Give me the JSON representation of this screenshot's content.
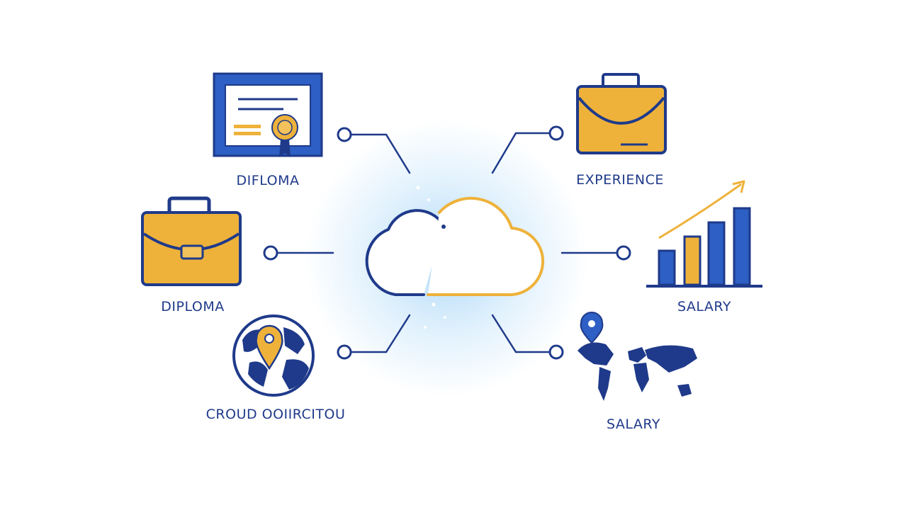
{
  "colors": {
    "navy": "#1f3a8a",
    "blue": "#2d5fc4",
    "gold": "#eeb23b",
    "glow": "#bfe0f8"
  },
  "nodes": [
    {
      "id": "top-left",
      "icon": "diploma-certificate-icon",
      "label": "DIFLOMA"
    },
    {
      "id": "mid-left",
      "icon": "briefcase-icon",
      "label": "DIPLOMA"
    },
    {
      "id": "bottom-left",
      "icon": "globe-location-pin-icon",
      "label": "CROUD OOIIRCITOU"
    },
    {
      "id": "top-right",
      "icon": "briefcase-icon",
      "label": "EXPERIENCE"
    },
    {
      "id": "mid-right",
      "icon": "bar-chart-growth-icon",
      "label": "SALARY"
    },
    {
      "id": "bottom-right",
      "icon": "world-map-pin-icon",
      "label": "SALARY"
    }
  ],
  "center": {
    "icon": "cloud-icon"
  }
}
